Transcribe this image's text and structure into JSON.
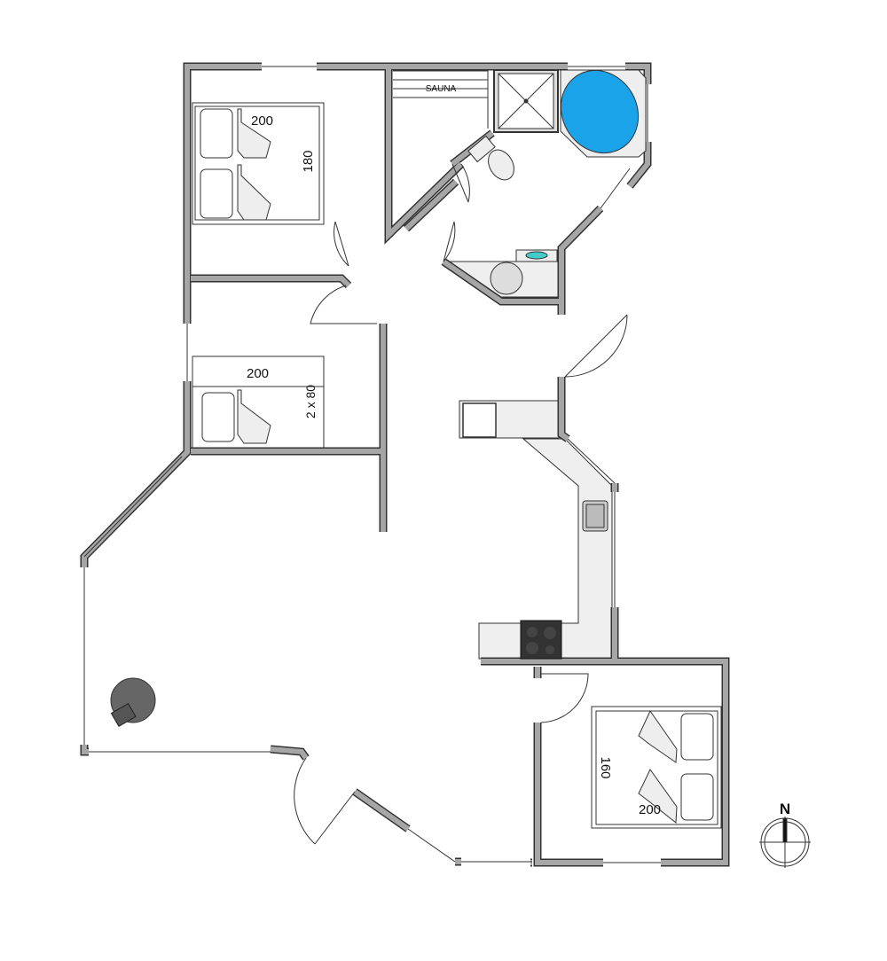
{
  "title": "Floor plan",
  "rooms": {
    "sauna_label": "SAUNA",
    "bedroom1": {
      "bed_length": "200",
      "bed_width": "180"
    },
    "bedroom2": {
      "bed_length": "200",
      "bed_width": "2 x 80"
    },
    "bedroom3": {
      "bed_length": "200",
      "bed_width": "160"
    }
  },
  "compass": {
    "label": "N"
  },
  "colors": {
    "wall": "#a6a6a6",
    "wall_outline": "#333333",
    "counter": "#efefef",
    "spa": "#1aa3e8",
    "stove": "#333333"
  }
}
